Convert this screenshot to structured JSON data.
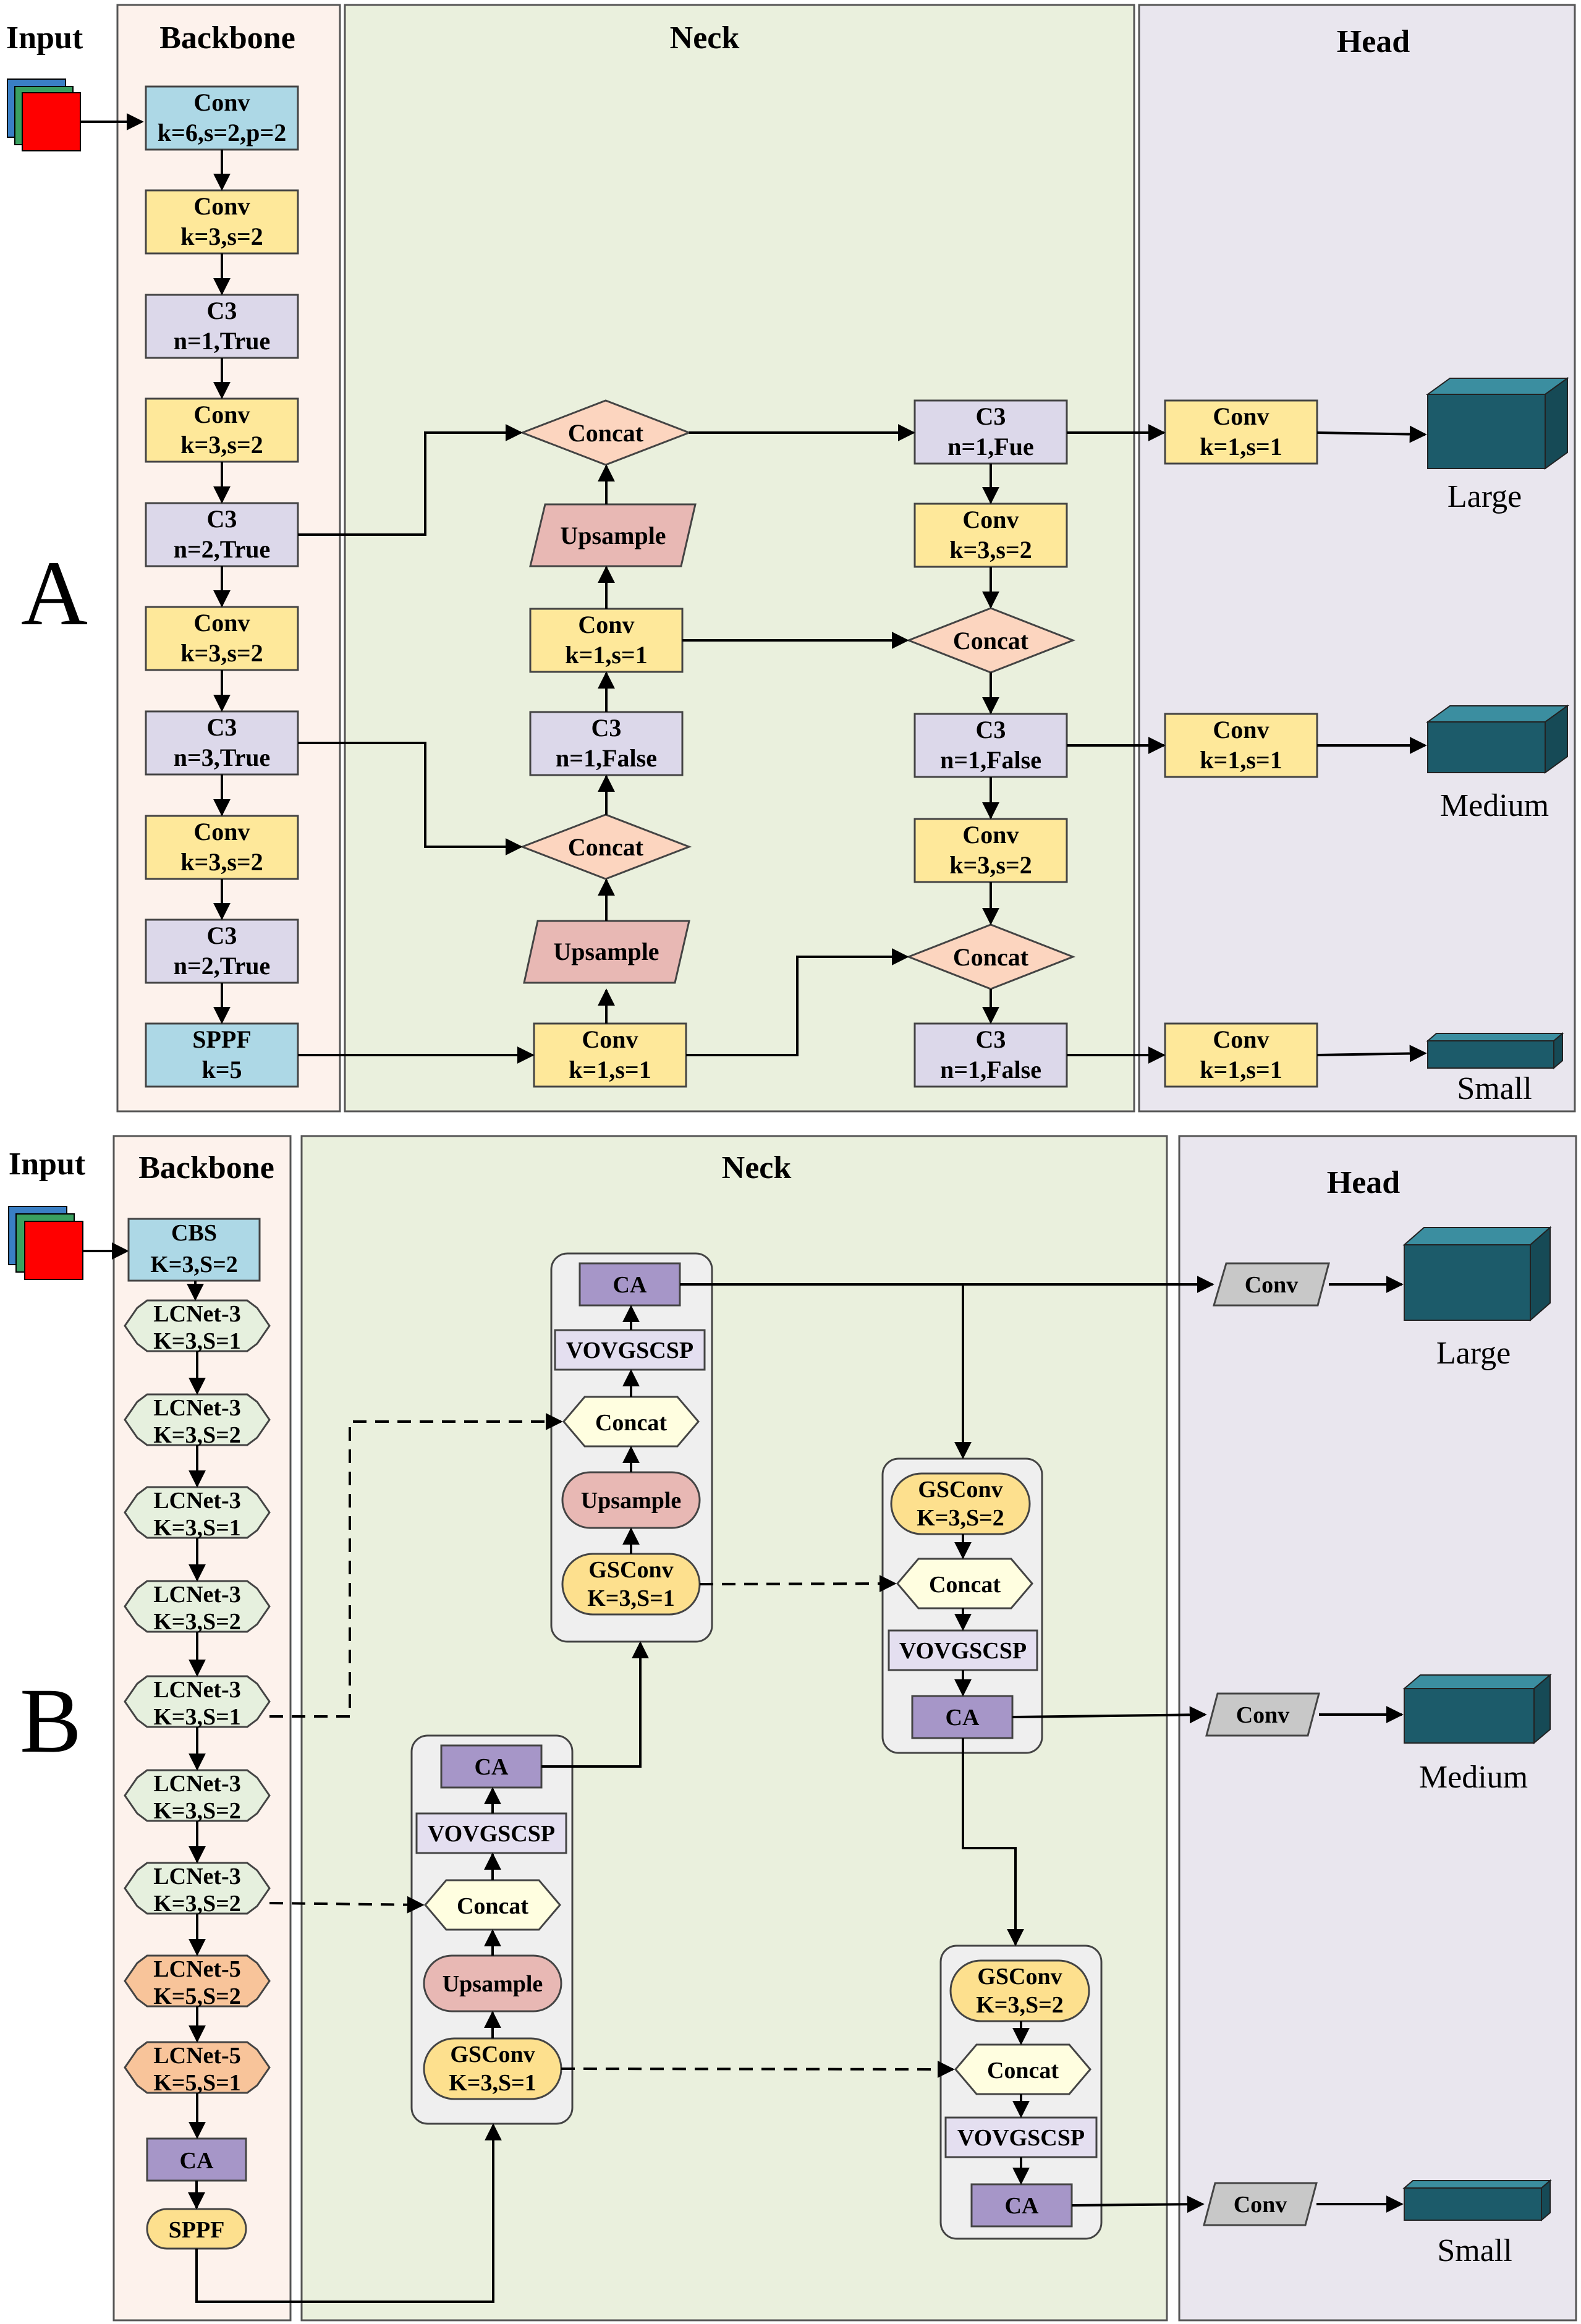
{
  "colors": {
    "backbone_bg": "#fdf2ec",
    "neck_bg": "#eaf0dd",
    "head_bg": "#e9e6ee",
    "conv_blue": "#add8e6",
    "conv_yellow": "#fee89a",
    "c3_lavender": "#dcd8ea",
    "concat_peach": "#fcd5bf",
    "upsample_pink": "#e8b8b4",
    "output_teal": "#1c5b6a",
    "lcnet_green": "#e6f0de",
    "lcnet_orange": "#f8c49a",
    "ca_purple": "#a696c8",
    "gsconv_yellow": "#fde08e",
    "concat_cream": "#fffee0",
    "vov_lavender": "#e4dff0",
    "group_gray": "#efefef",
    "head_conv_gray": "#c8c8c8"
  },
  "panelA": {
    "letter": "A",
    "input_label": "Input",
    "backbone_title": "Backbone",
    "neck_title": "Neck",
    "head_title": "Head",
    "backbone": [
      [
        "Conv",
        "k=6,s=2,p=2"
      ],
      [
        "Conv",
        "k=3,s=2"
      ],
      [
        "C3",
        "n=1,True"
      ],
      [
        "Conv",
        "k=3,s=2"
      ],
      [
        "C3",
        "n=2,True"
      ],
      [
        "Conv",
        "k=3,s=2"
      ],
      [
        "C3",
        "n=3,True"
      ],
      [
        "Conv",
        "k=3,s=2"
      ],
      [
        "C3",
        "n=2,True"
      ],
      [
        "SPPF",
        "k=5"
      ]
    ],
    "neck": {
      "concat_top": "Concat",
      "upsample_top": "Upsample",
      "conv_mid": [
        "Conv",
        "k=1,s=1"
      ],
      "c3_mid": [
        "C3",
        "n=1,False"
      ],
      "concat_mid": "Concat",
      "upsample_bot": "Upsample",
      "conv_bot": [
        "Conv",
        "k=1,s=1"
      ],
      "c3_right_top": [
        "C3",
        "n=1,Fue"
      ],
      "conv_right_1": [
        "Conv",
        "k=3,s=2"
      ],
      "concat_right_1": "Concat",
      "c3_right_mid": [
        "C3",
        "n=1,False"
      ],
      "conv_right_2": [
        "Conv",
        "k=3,s=2"
      ],
      "concat_right_2": "Concat",
      "c3_right_bot": [
        "C3",
        "n=1,False"
      ]
    },
    "head": {
      "conv": [
        "Conv",
        "k=1,s=1"
      ],
      "outputs": [
        "Large",
        "Medium",
        "Small"
      ]
    }
  },
  "panelB": {
    "letter": "B",
    "input_label": "Input",
    "backbone_title": "Backbone",
    "neck_title": "Neck",
    "head_title": "Head",
    "backbone": [
      [
        "CBS",
        "K=3,S=2"
      ],
      [
        "LCNet-3",
        "K=3,S=1"
      ],
      [
        "LCNet-3",
        "K=3,S=2"
      ],
      [
        "LCNet-3",
        "K=3,S=1"
      ],
      [
        "LCNet-3",
        "K=3,S=2"
      ],
      [
        "LCNet-3",
        "K=3,S=1"
      ],
      [
        "LCNet-3",
        "K=3,S=2"
      ],
      [
        "LCNet-3",
        "K=3,S=2"
      ],
      [
        "LCNet-5",
        "K=5,S=2"
      ],
      [
        "LCNet-5",
        "K=5,S=1"
      ],
      [
        "CA"
      ],
      [
        "SPPF"
      ]
    ],
    "neck": {
      "ca": "CA",
      "vov": "VOVGSCSP",
      "concat": "Concat",
      "upsample": "Upsample",
      "gsconv": [
        "GSConv",
        "K=3,S=1"
      ],
      "gsconv_s2": [
        "GSConv",
        "K=3,S=2"
      ]
    },
    "head": {
      "conv": "Conv",
      "outputs": [
        "Large",
        "Medium",
        "Small"
      ]
    }
  }
}
